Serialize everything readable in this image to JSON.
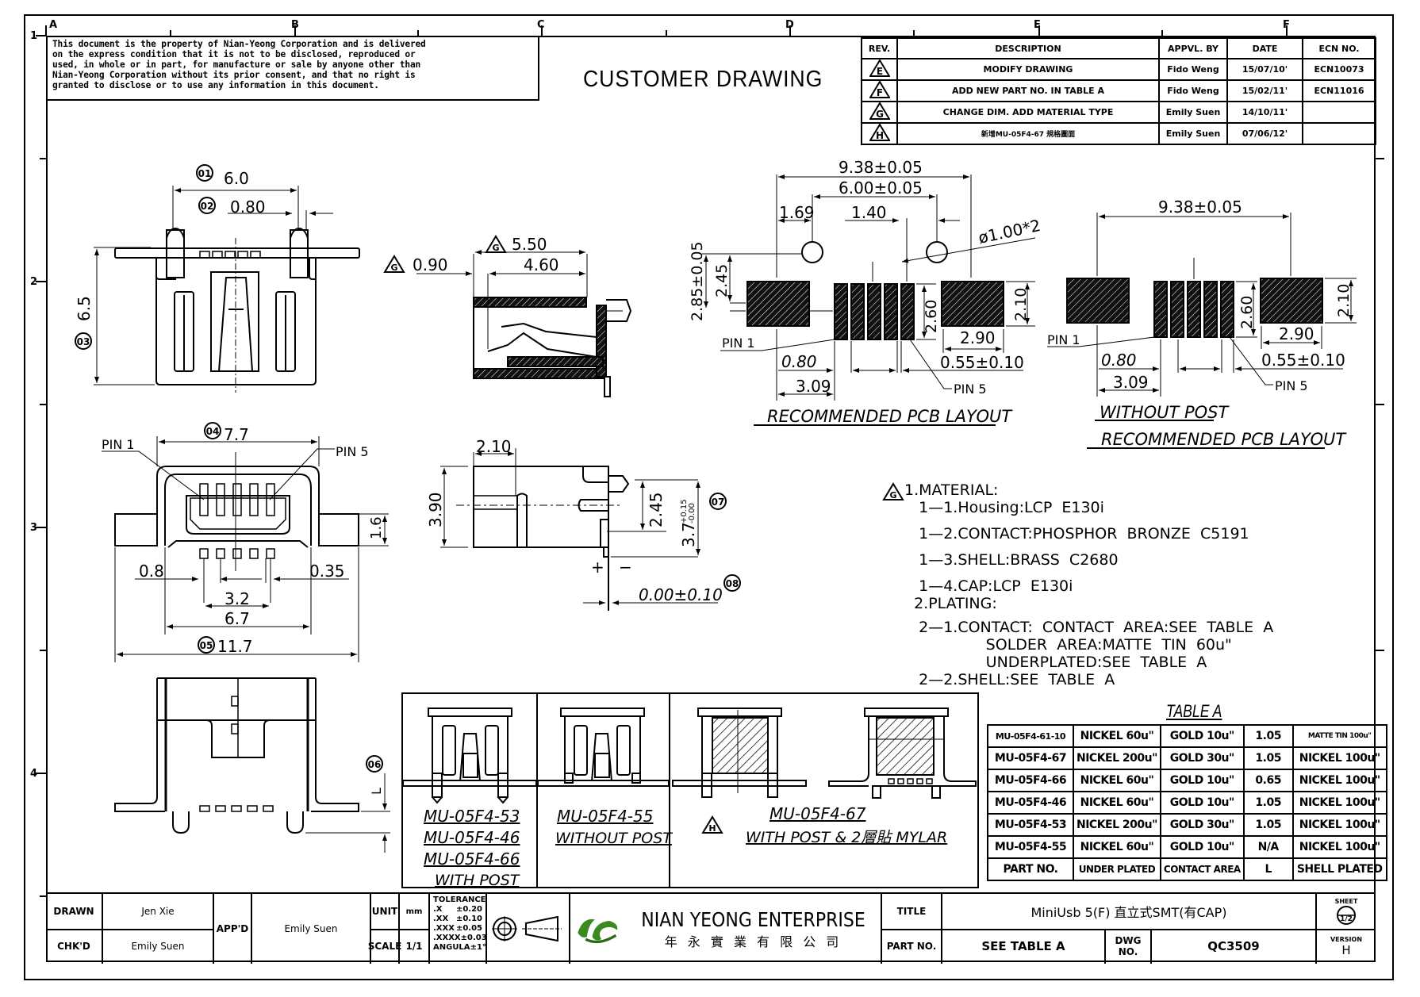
{
  "grid": {
    "columns": [
      "A",
      "B",
      "C",
      "D",
      "E",
      "F"
    ],
    "rows": [
      "1",
      "2",
      "3",
      "4"
    ]
  },
  "disclaimer": [
    "This document is the property of Nian-Yeong Corporation and is delivered",
    "on  the  express condition that it is not to be disclosed, reproduced or",
    "used, in whole or in part, for manufacture or sale by anyone other than",
    "Nian-Yeong Corporation without  its prior consent, and that  no right  is",
    "granted to disclose or to use any information in this  document."
  ],
  "header": {
    "title": "CUSTOMER  DRAWING"
  },
  "revision_table": {
    "headers": [
      "REV.",
      "DESCRIPTION",
      "APPVL. BY",
      "DATE",
      "ECN NO."
    ],
    "rows": [
      {
        "rev": "E",
        "description": "MODIFY DRAWING",
        "approved_by": "Fido Weng",
        "date": "15/07/10'",
        "ecn": "ECN10073"
      },
      {
        "rev": "F",
        "description": "ADD NEW PART NO. IN TABLE A",
        "approved_by": "Fido Weng",
        "date": "15/02/11'",
        "ecn": "ECN11016"
      },
      {
        "rev": "G",
        "description": "CHANGE DIM. ADD MATERIAL TYPE",
        "approved_by": "Emily Suen",
        "date": "14/10/11'",
        "ecn": ""
      },
      {
        "rev": "H",
        "description": "新增MU-05F4-67 規格圖面",
        "approved_by": "Emily Suen",
        "date": "07/06/12'",
        "ecn": ""
      }
    ]
  },
  "top_view": {
    "dims": {
      "d01": "6.0",
      "d02": "0.80",
      "d03": "6.5"
    },
    "balloons": [
      "01",
      "02",
      "03"
    ]
  },
  "front_view": {
    "pin1": "PIN 1",
    "pin5": "PIN 5",
    "dims": {
      "d04": "7.7",
      "d05": "11.7",
      "w67": "6.7",
      "w32": "3.2",
      "w08": "0.8",
      "w035": "0.35",
      "h16": "1.6"
    },
    "balloons": [
      "04",
      "05"
    ]
  },
  "side_view": {
    "rev_mark": "G",
    "dims": {
      "d550": "5.50",
      "d090": "0.90",
      "d460": "4.60"
    }
  },
  "side_view2": {
    "dims": {
      "d210": "2.10",
      "d390": "3.90",
      "d245": "2.45",
      "d37": "3.7",
      "tol_up": "+0.15",
      "tol_dn": "-0.00",
      "d000": "0.00±0.10",
      "plus": "+",
      "minus": "−"
    },
    "balloons": [
      "07",
      "08"
    ]
  },
  "bottom_view": {
    "dims": {
      "L": "L"
    },
    "balloons": [
      "06"
    ]
  },
  "pcb_layout": {
    "title": "RECOMMENDED  PCB  LAYOUT",
    "dims": {
      "a": "9.38±0.05",
      "b": "6.00±0.05",
      "c": "1.69",
      "d": "1.40",
      "e": "ø1.00*2",
      "f": "2.85±0.05",
      "g": "2.45",
      "h": "2.60",
      "i": "2.10",
      "j": "2.90",
      "k": "0.80",
      "l": "0.55±0.10",
      "m": "3.09"
    },
    "pin1": "PIN 1",
    "pin5": "PIN 5"
  },
  "pcb_layout_no_post": {
    "title1": "WITHOUT  POST",
    "title2": "RECOMMENDED  PCB  LAYOUT",
    "dims": {
      "a": "9.38±0.05",
      "h": "2.60",
      "i": "2.10",
      "j": "2.90",
      "k": "0.80",
      "l": "0.55±0.10",
      "m": "3.09"
    },
    "pin1": "PIN 1",
    "pin5": "PIN 5"
  },
  "notes": [
    "1.MATERIAL:",
    "   1—1.Housing:LCP  E130i",
    "   1—2.CONTACT:PHOSPHOR  BRONZE  C5191",
    "   1—3.SHELL:BRASS  C2680",
    "   1—4.CAP:LCP  E130i",
    "  2.PLATING:",
    "   2—1.CONTACT:  CONTACT  AREA:SEE  TABLE  A",
    "                 SOLDER  AREA:MATTE  TIN  60u\"",
    "                 UNDERPLATED:SEE  TABLE  A",
    "   2—2.SHELL:SEE  TABLE  A"
  ],
  "notes_rev_mark": "G",
  "variants": [
    {
      "parts": [
        "MU-05F4-53",
        "MU-05F4-46",
        "MU-05F4-66"
      ],
      "caption": "WITH  POST"
    },
    {
      "parts": [
        "MU-05F4-55"
      ],
      "caption": "WITHOUT  POST"
    },
    {
      "parts": [
        "MU-05F4-67"
      ],
      "caption": "WITH  POST  &  2層貼  MYLAR",
      "rev_mark": "H"
    }
  ],
  "table_a": {
    "title": "TABLE  A",
    "headers": [
      "PART NO.",
      "UNDER PLATED",
      "CONTACT AREA",
      "L",
      "SHELL PLATED"
    ],
    "rows": [
      [
        "MU-05F4-61-10",
        "NICKEL  60u\"",
        "GOLD  10u\"",
        "1.05",
        "MATTE TIN 100u\""
      ],
      [
        "MU-05F4-67",
        "NICKEL  200u\"",
        "GOLD  30u\"",
        "1.05",
        "NICKEL  100u\""
      ],
      [
        "MU-05F4-66",
        "NICKEL  60u\"",
        "GOLD  10u\"",
        "0.65",
        "NICKEL  100u\""
      ],
      [
        "MU-05F4-46",
        "NICKEL  60u\"",
        "GOLD  10u\"",
        "1.05",
        "NICKEL  100u\""
      ],
      [
        "MU-05F4-53",
        "NICKEL  200u\"",
        "GOLD  30u\"",
        "1.05",
        "NICKEL  100u\""
      ],
      [
        "MU-05F4-55",
        "NICKEL  60u\"",
        "GOLD  10u\"",
        "N/A",
        "NICKEL  100u\""
      ]
    ]
  },
  "title_block": {
    "drawn_label": "DRAWN",
    "drawn_by": "Jen Xie",
    "chkd_label": "CHK'D",
    "chkd_by": "Emily Suen",
    "appd_label": "APP'D",
    "appd_by": "Emily Suen",
    "unit_label": "UNIT",
    "unit": "mm",
    "scale_label": "SCALE",
    "scale": "1/1",
    "tolerance": {
      "title": "TOLERANCE",
      "rows": [
        [
          ".X",
          "±0.20"
        ],
        [
          ".XX",
          "±0.10"
        ],
        [
          ".XXX",
          "±0.05"
        ],
        [
          ".XXXX",
          "±0.03"
        ],
        [
          "ANGULA",
          "±1°"
        ]
      ]
    },
    "company_en": "NIAN YEONG ENTERPRISE",
    "company_zh": "年 永 實 業 有 限 公 司",
    "title_label": "TITLE",
    "title": "MiniUsb  5(F)  直立式SMT(有CAP)",
    "part_no_label": "PART NO.",
    "part_no": "SEE  TABLE  A",
    "dwg_no_label": "DWG NO.",
    "dwg_no": "QC3509",
    "sheet_label": "SHEET",
    "sheet": "1/2",
    "version_label": "VERSION",
    "version": "H",
    "logo_color": "#3a8a1e"
  }
}
